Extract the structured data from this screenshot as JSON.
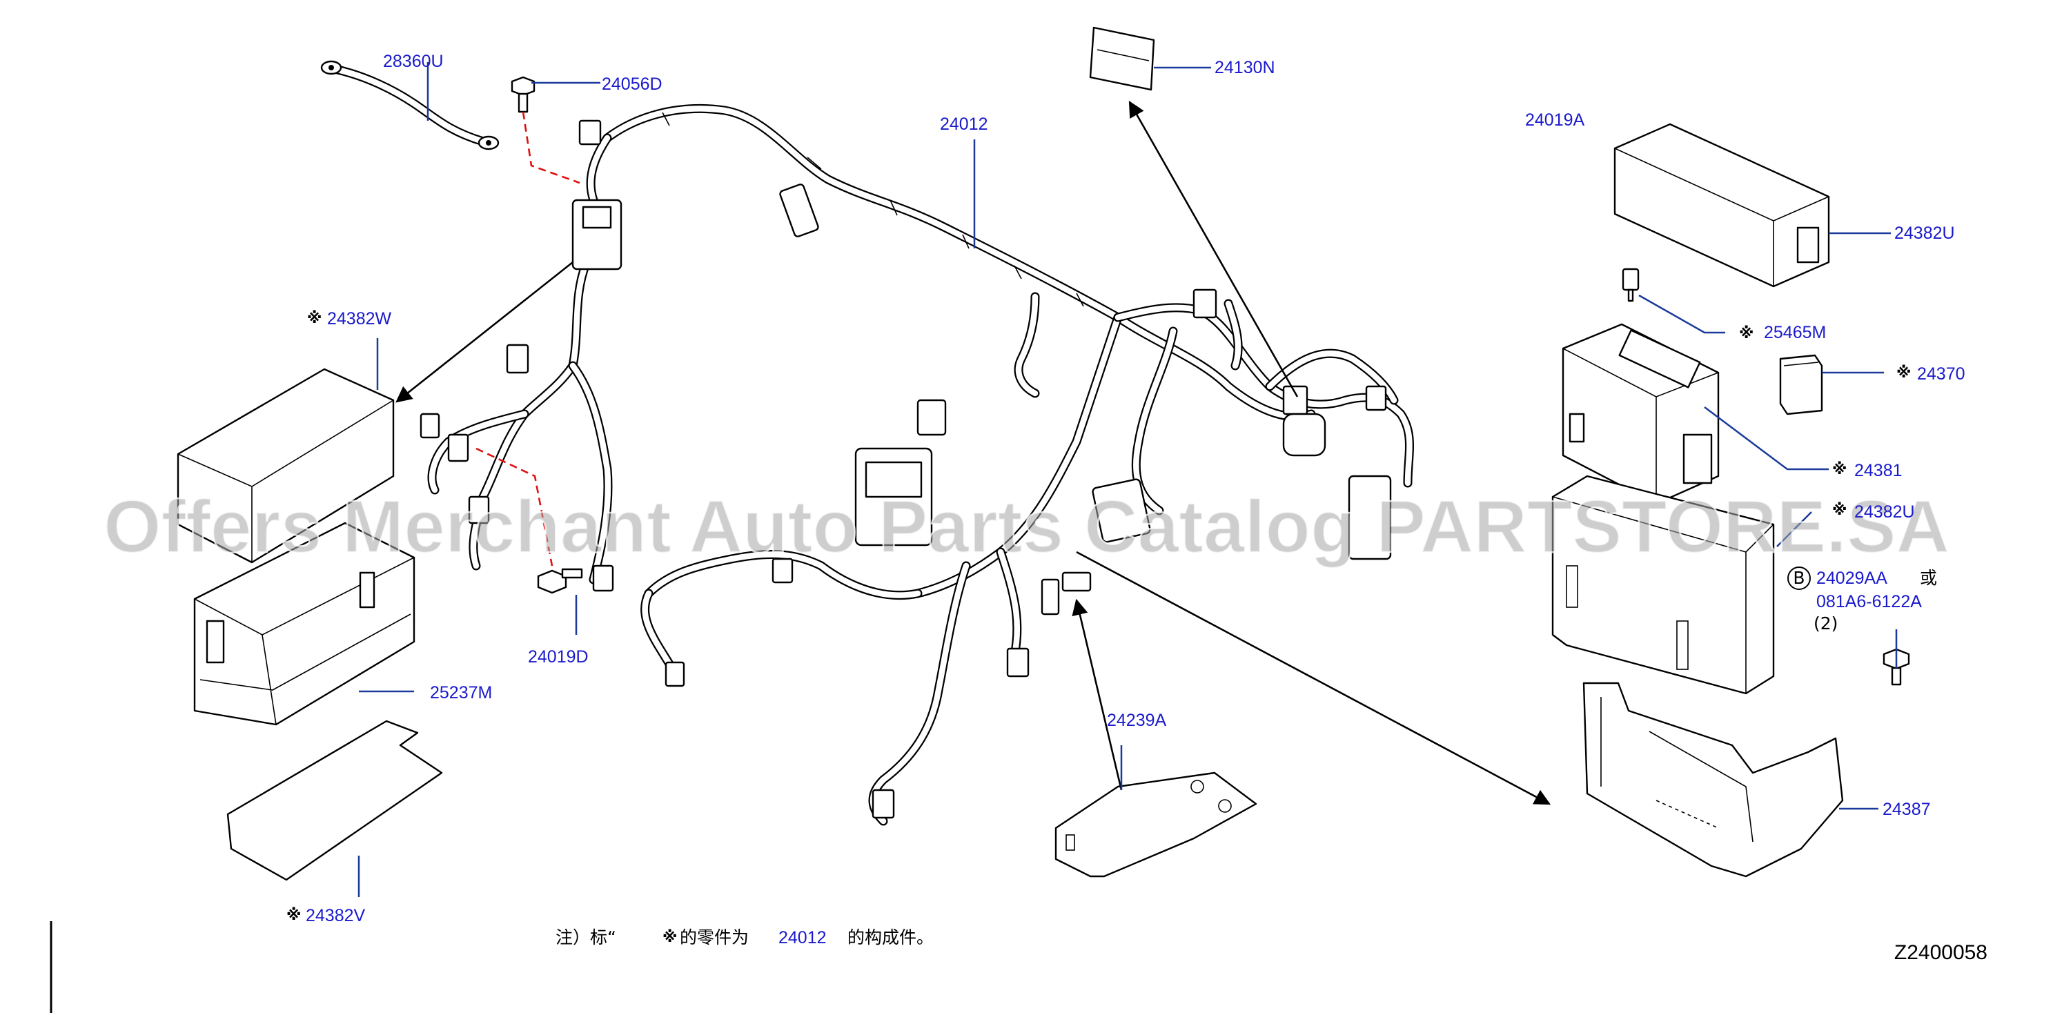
{
  "diagram": {
    "code": "Z2400058",
    "watermark": "Offers Merchant Auto Parts Catalog PARTSTORE.SA",
    "asterisk": "※",
    "parts": {
      "p28360U": "28360U",
      "p24056D": "24056D",
      "p24130N": "24130N",
      "p24012": "24012",
      "p24019A": "24019A",
      "p24382U_top": "24382U",
      "p24382W": "24382W",
      "p25465M": "25465M",
      "p24370": "24370",
      "p24381": "24381",
      "p24382U_box": "24382U",
      "p24029AA": "24029AA",
      "or_text": "或",
      "p081A6": "081A6-6122A",
      "qty2": "(2)",
      "p24019D": "24019D",
      "p25237M": "25237M",
      "p24239A": "24239A",
      "p24387": "24387",
      "p24382V": "24382V"
    },
    "callout_b": "B",
    "note": {
      "prefix": "注）标“",
      "mark": "※",
      "middle": "的零件为",
      "part": "24012",
      "suffix": "的构成件。"
    }
  }
}
